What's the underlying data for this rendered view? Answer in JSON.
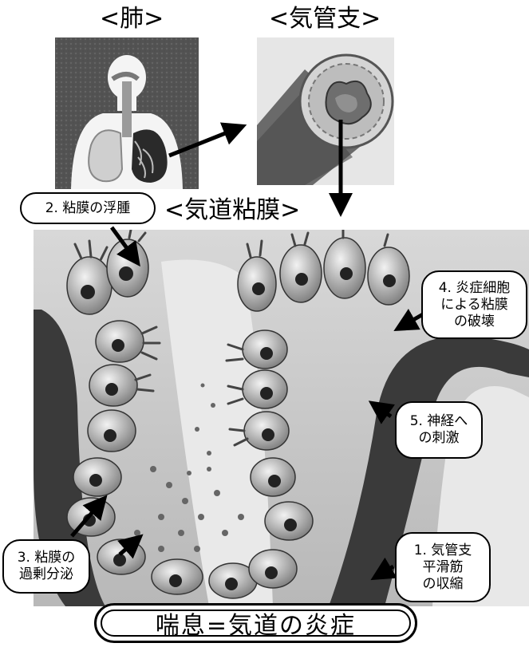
{
  "headings": {
    "lung": "<肺>",
    "bronchus": "<気管支>",
    "mucosa": "<気道粘膜>"
  },
  "callouts": {
    "c1": "1. 気管支\n平滑筋\nの収縮",
    "c2": "2. 粘膜の浮腫",
    "c3": "3. 粘膜の\n過剰分泌",
    "c4": "4. 炎症細胞\nによる粘膜\nの破壊",
    "c5": "5. 神経へ\nの刺激"
  },
  "title": "喘息=気道の炎症",
  "colors": {
    "ink": "#000000",
    "tissue": "#9a9a9a",
    "muscle": "#3a3a3a",
    "background": "#ffffff"
  }
}
